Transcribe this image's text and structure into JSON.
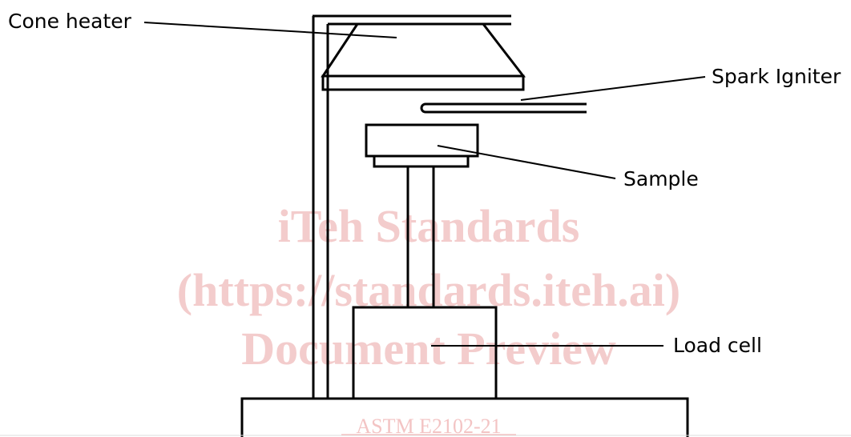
{
  "labels": {
    "cone_heater": "Cone heater",
    "spark_igniter": "Spark Igniter",
    "sample": "Sample",
    "load_cell": "Load cell"
  },
  "watermark": {
    "line1": "iTeh Standards",
    "line2": "(https://standards.iteh.ai)",
    "line3": "Document Preview",
    "doc_ref": "ASTM E2102-21"
  },
  "colors": {
    "line": "#000000",
    "watermark": "#f3cccc",
    "background": "#ffffff"
  }
}
